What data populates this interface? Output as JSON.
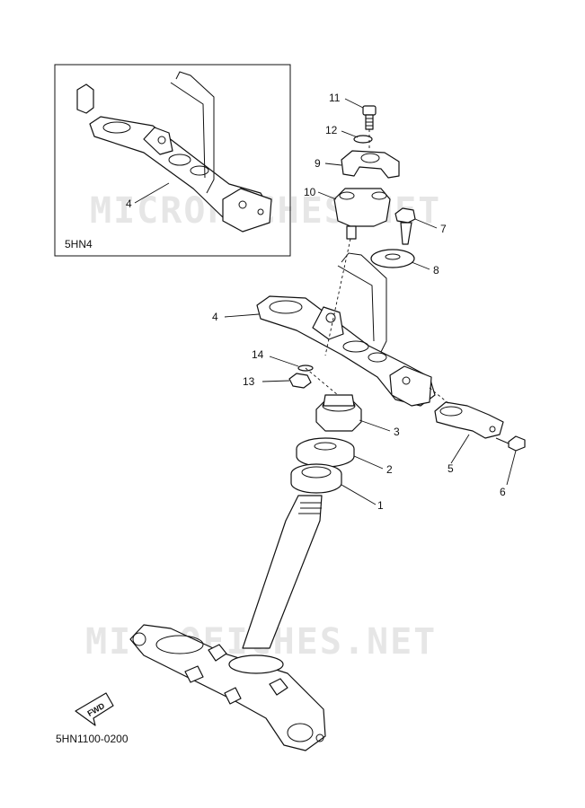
{
  "inset": {
    "code": "5HN4",
    "callout": "4"
  },
  "callouts": [
    {
      "id": "11",
      "text": "11"
    },
    {
      "id": "12",
      "text": "12"
    },
    {
      "id": "9",
      "text": "9"
    },
    {
      "id": "10",
      "text": "10"
    },
    {
      "id": "7",
      "text": "7"
    },
    {
      "id": "8",
      "text": "8"
    },
    {
      "id": "4",
      "text": "4"
    },
    {
      "id": "14",
      "text": "14"
    },
    {
      "id": "13",
      "text": "13"
    },
    {
      "id": "3",
      "text": "3"
    },
    {
      "id": "2",
      "text": "2"
    },
    {
      "id": "1",
      "text": "1"
    },
    {
      "id": "5",
      "text": "5"
    },
    {
      "id": "6",
      "text": "6"
    }
  ],
  "watermark": "MICROFICHES.NET",
  "fwd_label": "FWD",
  "diagram_code": "5HN1100-0200"
}
